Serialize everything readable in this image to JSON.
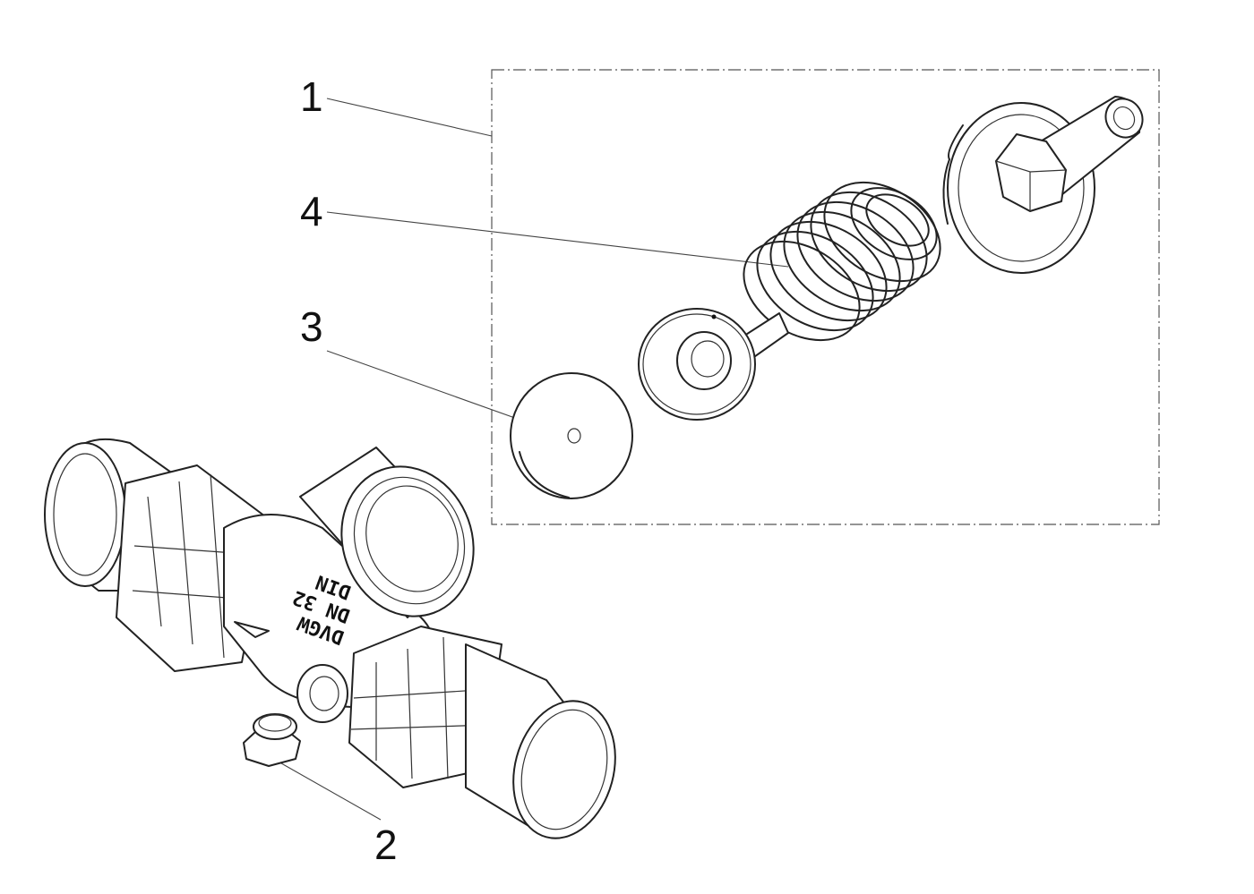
{
  "callouts": [
    {
      "id": "callout-1",
      "label": "1"
    },
    {
      "id": "callout-2",
      "label": "2"
    },
    {
      "id": "callout-3",
      "label": "3"
    },
    {
      "id": "callout-4",
      "label": "4"
    }
  ],
  "body_marking": {
    "line1": "DVGW",
    "line2": "DN 32",
    "line3": "DIN"
  }
}
